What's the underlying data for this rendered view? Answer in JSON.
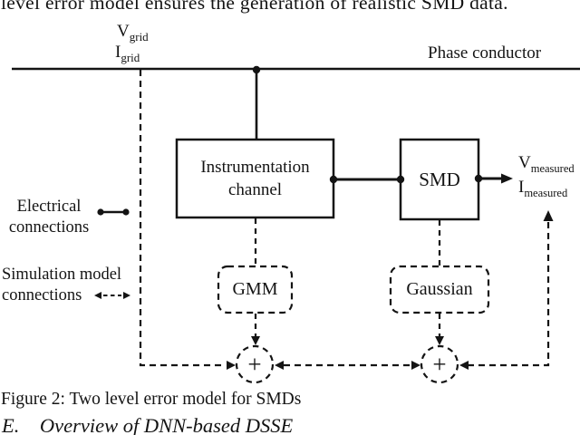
{
  "colors": {
    "ink": "#141414",
    "paper": "#ffffff"
  },
  "top_text": "level error model ensures the generation of realistic SMD data.",
  "figure": {
    "caption": "Figure 2: Two level error model for SMDs",
    "phase_conductor_label": "Phase conductor",
    "labels": {
      "v_grid": {
        "main": "V",
        "sub": "grid"
      },
      "i_grid": {
        "main": "I",
        "sub": "grid"
      },
      "v_measured": {
        "main": "V",
        "sub": "measured"
      },
      "i_measured": {
        "main": "I",
        "sub": "measured"
      }
    },
    "blocks": {
      "instrumentation": "Instrumentation channel",
      "smd": "SMD",
      "gmm": "GMM",
      "gaussian": "Gaussian"
    },
    "sum_symbol": "+",
    "legend": {
      "electrical_line1": "Electrical",
      "electrical_line2": "connections",
      "simulation_line1": "Simulation model",
      "simulation_line2": "connections"
    }
  },
  "section_heading": "E.    Overview of DNN-based DSSE"
}
